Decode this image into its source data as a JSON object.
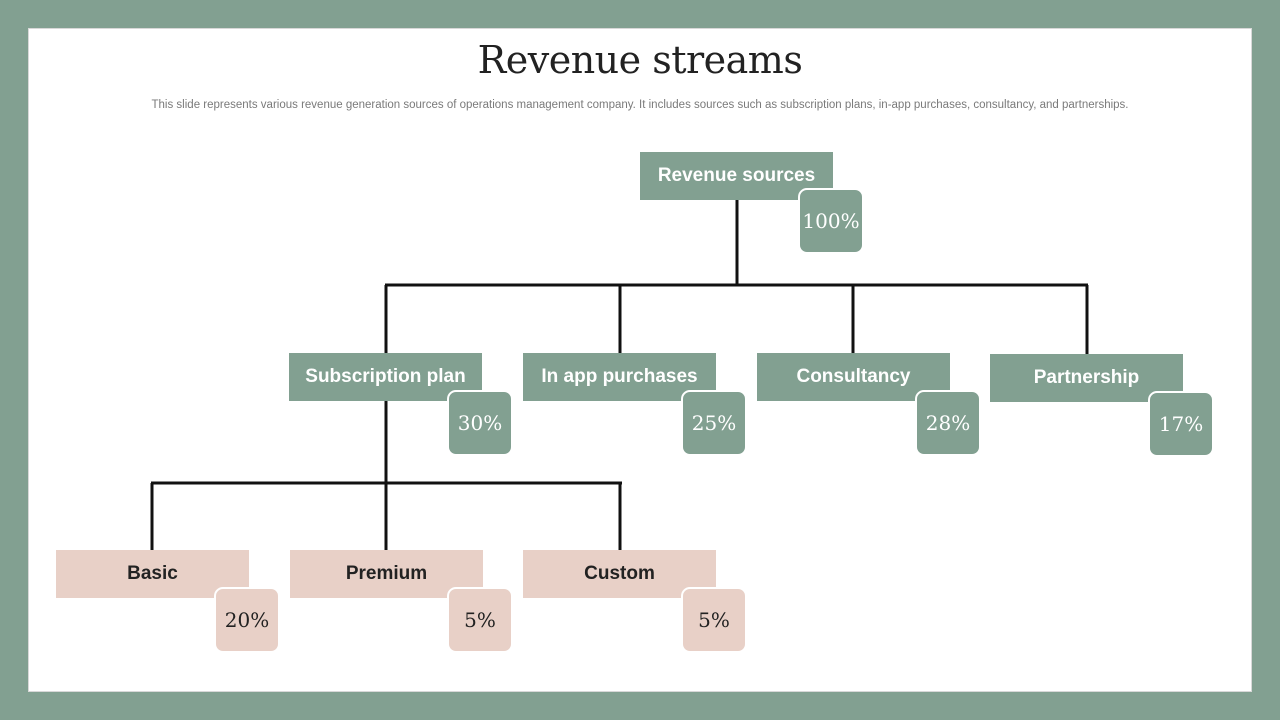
{
  "title": "Revenue streams",
  "subtitle": "This slide represents various revenue generation sources of operations management company. It includes sources such as subscription plans, in-app purchases, consultancy, and partnerships.",
  "colors": {
    "frame": "#82a091",
    "green_node": "#82a091",
    "pink_node": "#e8d0c7",
    "connector": "#111111"
  },
  "root": {
    "label": "Revenue sources",
    "percent": "100%"
  },
  "sources": [
    {
      "label": "Subscription plan",
      "percent": "30%"
    },
    {
      "label": "In app purchases",
      "percent": "25%"
    },
    {
      "label": "Consultancy",
      "percent": "28%"
    },
    {
      "label": "Partnership",
      "percent": "17%"
    }
  ],
  "plans": [
    {
      "label": "Basic",
      "percent": "20%"
    },
    {
      "label": "Premium",
      "percent": "5%"
    },
    {
      "label": "Custom",
      "percent": "5%"
    }
  ]
}
